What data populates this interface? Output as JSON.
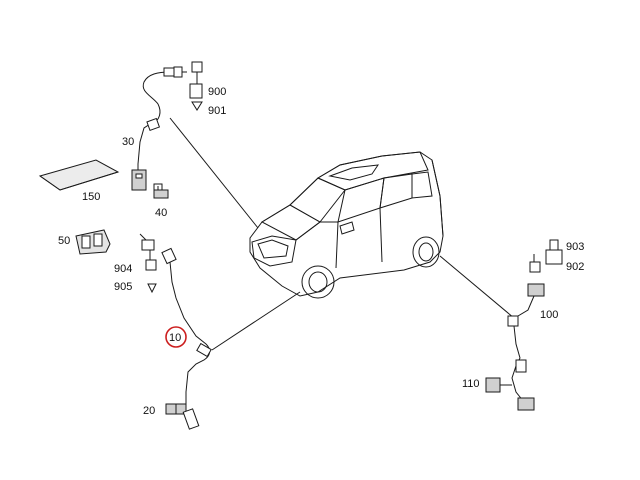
{
  "diagram": {
    "labels": {
      "p900": "900",
      "p901": "901",
      "p30": "30",
      "p150": "150",
      "p40": "40",
      "p50": "50",
      "p904": "904",
      "p905": "905",
      "p10": "10",
      "p20": "20",
      "p903": "903",
      "p902": "902",
      "p100": "100",
      "p110": "110"
    },
    "highlight": {
      "part": "10",
      "color": "#cc1f1f"
    },
    "colors": {
      "line": "#1a1a1a",
      "fill": "#ffffff"
    }
  }
}
